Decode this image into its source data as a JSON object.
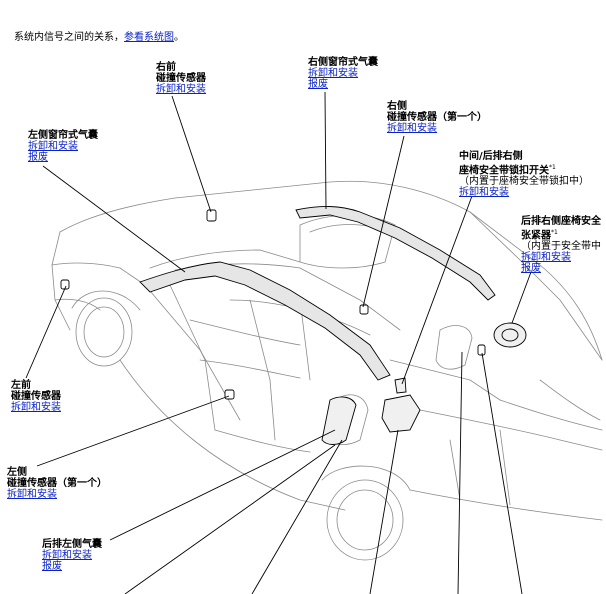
{
  "intro": {
    "text": "系统内信号之间的关系，",
    "link": "参看系统图",
    "end": "。"
  },
  "callouts": {
    "right_front_sensor": {
      "title1": "右前",
      "title2": "碰撞传感器",
      "link1": "拆卸和安装"
    },
    "right_curtain": {
      "title1": "右侧窗帘式气囊",
      "link1": "拆卸和安装",
      "link2": "报废"
    },
    "right_side_sensor": {
      "title1": "右侧",
      "title2": "碰撞传感器（第一个）",
      "link1": "拆卸和安装"
    },
    "left_curtain": {
      "title1": "左侧窗帘式气囊",
      "link1": "拆卸和安装",
      "link2": "报废"
    },
    "buckle_switch": {
      "title1": "中间/后排右侧",
      "title2": "座椅安全带锁扣开关",
      "sup": "*1",
      "note": "（内置于座椅安全带锁扣中）",
      "link1": "拆卸和安装"
    },
    "rear_tensioner": {
      "title1": "后排右侧座椅安全",
      "title2": "张紧器",
      "sup": "*1",
      "note": "（内置于安全带中",
      "link1": "拆卸和安装",
      "link2": "报废"
    },
    "left_front_sensor": {
      "title1": "左前",
      "title2": "碰撞传感器",
      "link1": "拆卸和安装"
    },
    "left_side_sensor": {
      "title1": "左侧",
      "title2": "碰撞传感器（第一个）",
      "link1": "拆卸和安装"
    },
    "rear_left_airbag": {
      "title1": "后排左侧气囊",
      "link1": "拆卸和安装",
      "link2": "报废"
    }
  }
}
